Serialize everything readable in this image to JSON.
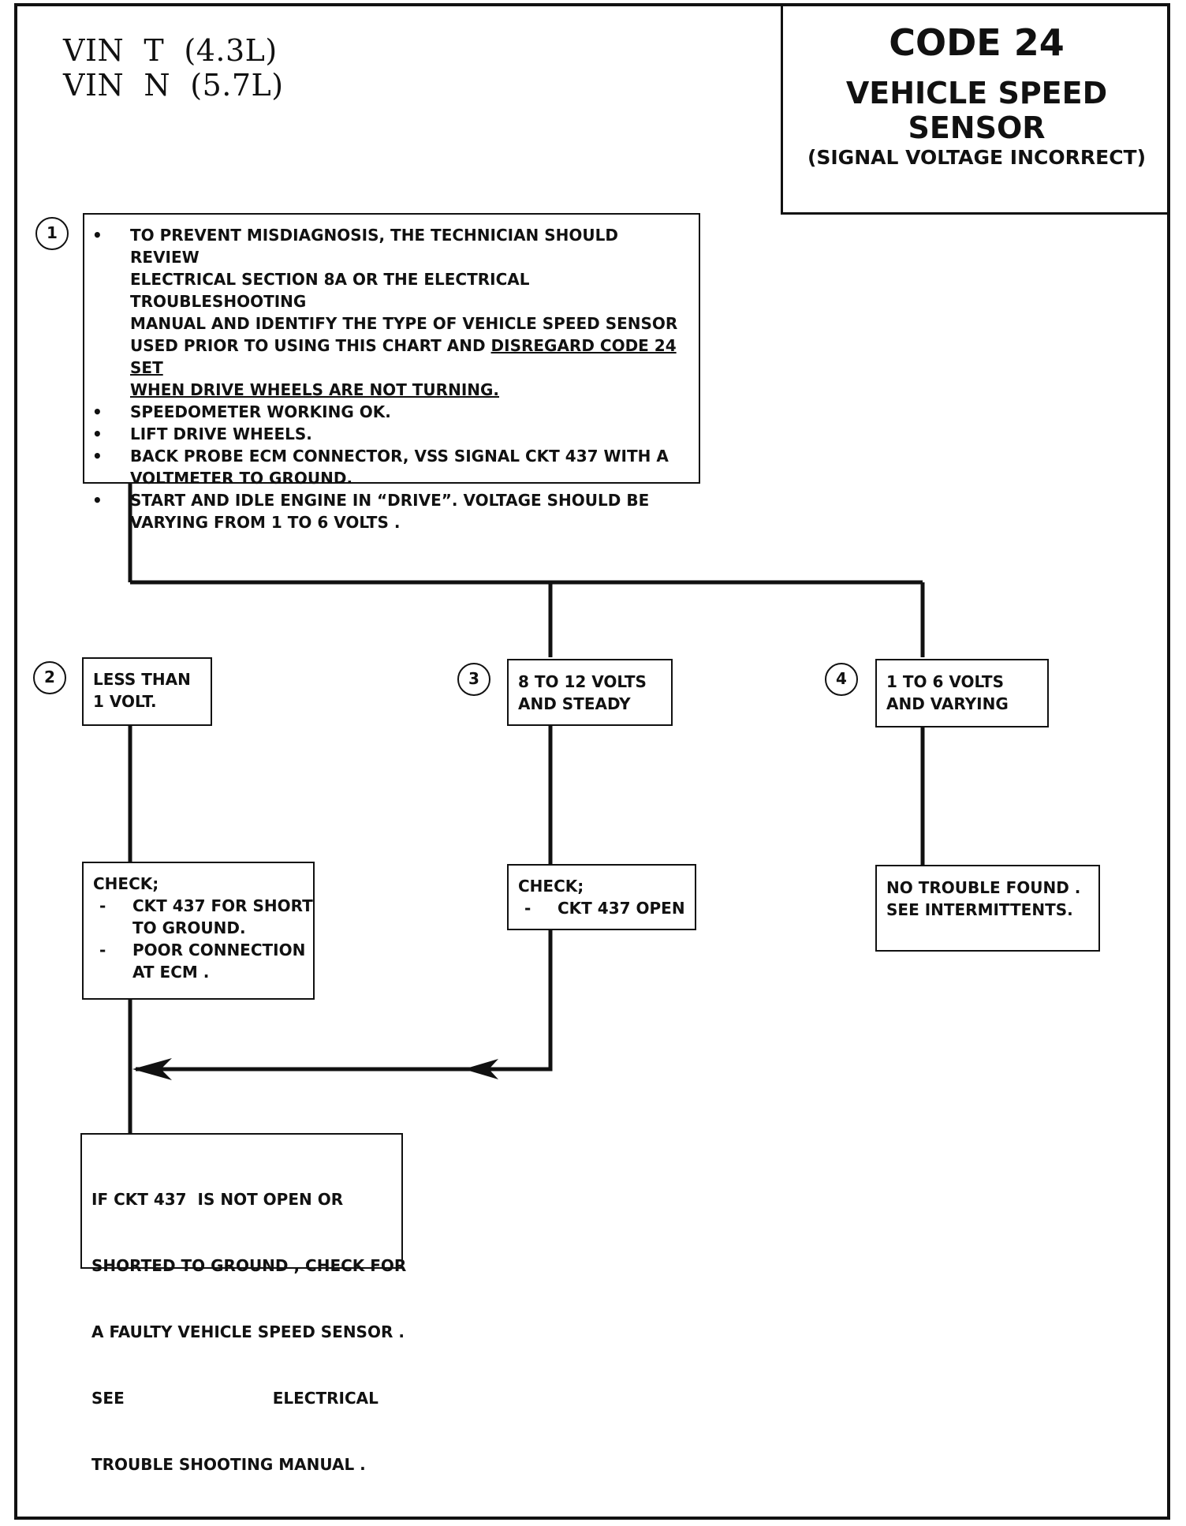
{
  "header": {
    "vin_lines": [
      "VIN  T  (4.3L)",
      "VIN  N  (5.7L)"
    ],
    "code": "CODE 24",
    "name": "VEHICLE SPEED SENSOR",
    "subtitle": "(SIGNAL  VOLTAGE INCORRECT)"
  },
  "steps": {
    "s1": "1",
    "s2": "2",
    "s3": "3",
    "s4": "4"
  },
  "box1": {
    "bullet": "•",
    "item1_lines": [
      "TO PREVENT MISDIAGNOSIS, THE TECHNICIAN SHOULD REVIEW",
      "ELECTRICAL SECTION 8A OR THE  ELECTRICAL TROUBLESHOOTING",
      "MANUAL AND IDENTIFY THE TYPE OF VEHICLE SPEED SENSOR"
    ],
    "item1_line4_plain": "USED PRIOR TO USING THIS CHART AND ",
    "item1_line4_underlined": "DISREGARD CODE 24 SET",
    "item1_line5_underlined": "WHEN DRIVE WHEELS ARE NOT TURNING.",
    "item2": "SPEEDOMETER WORKING OK.",
    "item3": "LIFT DRIVE WHEELS.",
    "item4_lines": [
      "BACK PROBE ECM CONNECTOR, VSS SIGNAL CKT 437  WITH A",
      "VOLTMETER TO GROUND."
    ],
    "item5_lines": [
      "START AND IDLE ENGINE IN “DRIVE”. VOLTAGE SHOULD BE",
      "VARYING FROM 1 TO 6 VOLTS ."
    ]
  },
  "result2": {
    "lines": [
      "LESS THAN",
      "1 VOLT."
    ]
  },
  "result3": {
    "lines": [
      "8 TO 12 VOLTS",
      "AND STEADY"
    ]
  },
  "result4": {
    "lines": [
      "1 TO 6 VOLTS",
      "AND VARYING"
    ]
  },
  "check2": {
    "heading": "CHECK;",
    "dash": "-",
    "item1_lines": [
      "CKT 437 FOR SHORT",
      "TO GROUND."
    ],
    "item2_lines": [
      "POOR CONNECTION",
      "AT ECM ."
    ]
  },
  "check3": {
    "heading": "CHECK;",
    "dash": "-",
    "item1": "CKT 437 OPEN"
  },
  "check4": {
    "lines": [
      "NO TROUBLE FOUND .",
      "SEE INTERMITTENTS."
    ]
  },
  "final": {
    "lines": [
      "IF CKT 437  IS NOT OPEN OR",
      "SHORTED TO GROUND , CHECK FOR",
      "A FAULTY VEHICLE SPEED SENSOR .",
      "SEE                           ELECTRICAL",
      "TROUBLE SHOOTING MANUAL ."
    ]
  }
}
